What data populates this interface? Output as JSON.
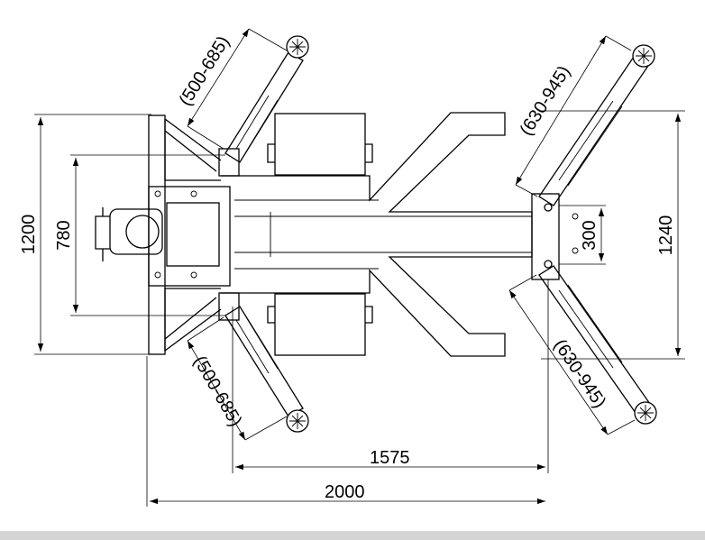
{
  "dimensions": {
    "overall_length": "2000",
    "rear_span": "1575",
    "left_width_outer": "1200",
    "left_width_inner": "780",
    "right_width": "1240",
    "right_center": "300",
    "arm_front_top": "(500-685)",
    "arm_front_bottom": "(500-685)",
    "arm_rear_top": "(630-945)",
    "arm_rear_bottom": "(630-945)"
  },
  "colors": {
    "line": "#000000",
    "background": "#ffffff",
    "bar": "#d4d4d4"
  }
}
